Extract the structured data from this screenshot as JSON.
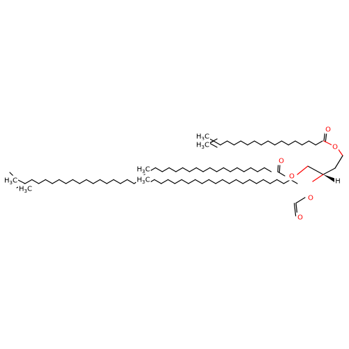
{
  "molecule": {
    "ester_oxygen": "O",
    "carbonyl_oxygen": "O",
    "hydrogen": "H",
    "methyl_prefix": "H",
    "methyl_carbon": "C",
    "methyl_subscript": "3",
    "colors": {
      "bond": "#000000",
      "oxygen": "#ff0000"
    }
  }
}
